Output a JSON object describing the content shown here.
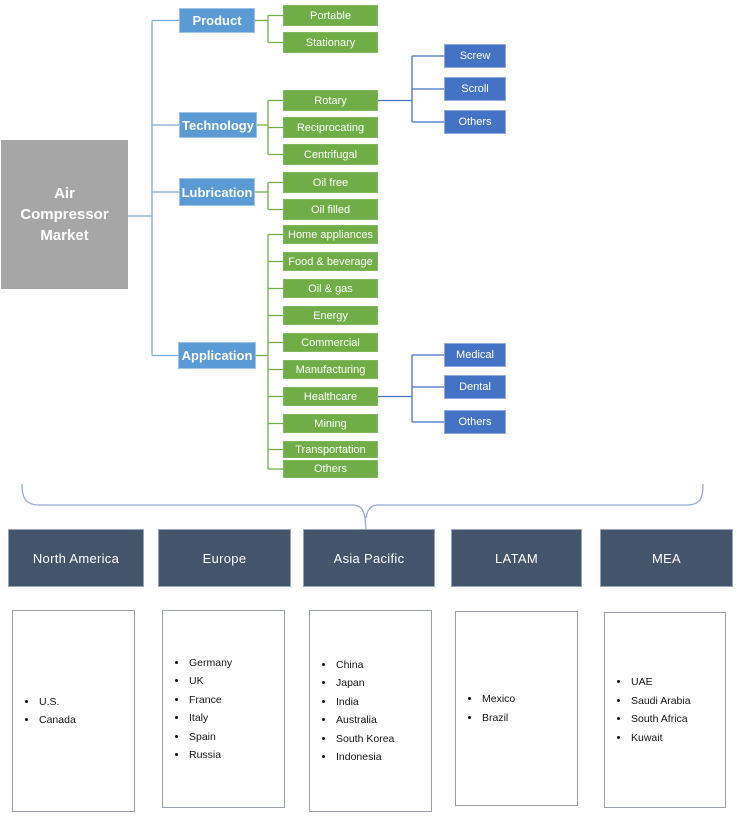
{
  "diagram": {
    "root_label": "Air Compressor Market",
    "categories": [
      {
        "label": "Product",
        "children": [
          {
            "label": "Portable"
          },
          {
            "label": "Stationary"
          }
        ]
      },
      {
        "label": "Technology",
        "children": [
          {
            "label": "Rotary",
            "children": [
              {
                "label": "Screw"
              },
              {
                "label": "Scroll"
              },
              {
                "label": "Others"
              }
            ]
          },
          {
            "label": "Reciprocating"
          },
          {
            "label": "Centrifugal"
          }
        ]
      },
      {
        "label": "Lubrication",
        "children": [
          {
            "label": "Oil free"
          },
          {
            "label": "Oil filled"
          }
        ]
      },
      {
        "label": "Application",
        "children": [
          {
            "label": "Home appliances"
          },
          {
            "label": "Food & beverage"
          },
          {
            "label": "Oil & gas"
          },
          {
            "label": "Energy"
          },
          {
            "label": "Commercial"
          },
          {
            "label": "Manufacturing"
          },
          {
            "label": "Healthcare",
            "children": [
              {
                "label": "Medical"
              },
              {
                "label": "Dental"
              },
              {
                "label": "Others"
              }
            ]
          },
          {
            "label": "Mining"
          },
          {
            "label": "Transportation"
          },
          {
            "label": "Others"
          }
        ]
      }
    ]
  },
  "regions": [
    {
      "label": "North America",
      "countries": [
        "U.S.",
        "Canada"
      ]
    },
    {
      "label": "Europe",
      "countries": [
        "Germany",
        "UK",
        "France",
        "Italy",
        "Spain",
        "Russia"
      ]
    },
    {
      "label": "Asia Pacific",
      "countries": [
        "China",
        "Japan",
        "India",
        "Australia",
        "South Korea",
        "Indonesia"
      ]
    },
    {
      "label": "LATAM",
      "countries": [
        "Mexico",
        "Brazil"
      ]
    },
    {
      "label": "MEA",
      "countries": [
        "UAE",
        "Saudi Arabia",
        "South Africa",
        "Kuwait"
      ]
    }
  ],
  "colors": {
    "root_fill": "#A6A6A6",
    "category_fill": "#5B9BD5",
    "segment_fill": "#70AD47",
    "subsegment_fill": "#4472C4",
    "region_fill": "#44546A",
    "connector_blue": "#7FA8DC",
    "connector_green": "#70AD47",
    "connector_dark_blue": "#4472C4",
    "brace": "#94ABD6"
  }
}
